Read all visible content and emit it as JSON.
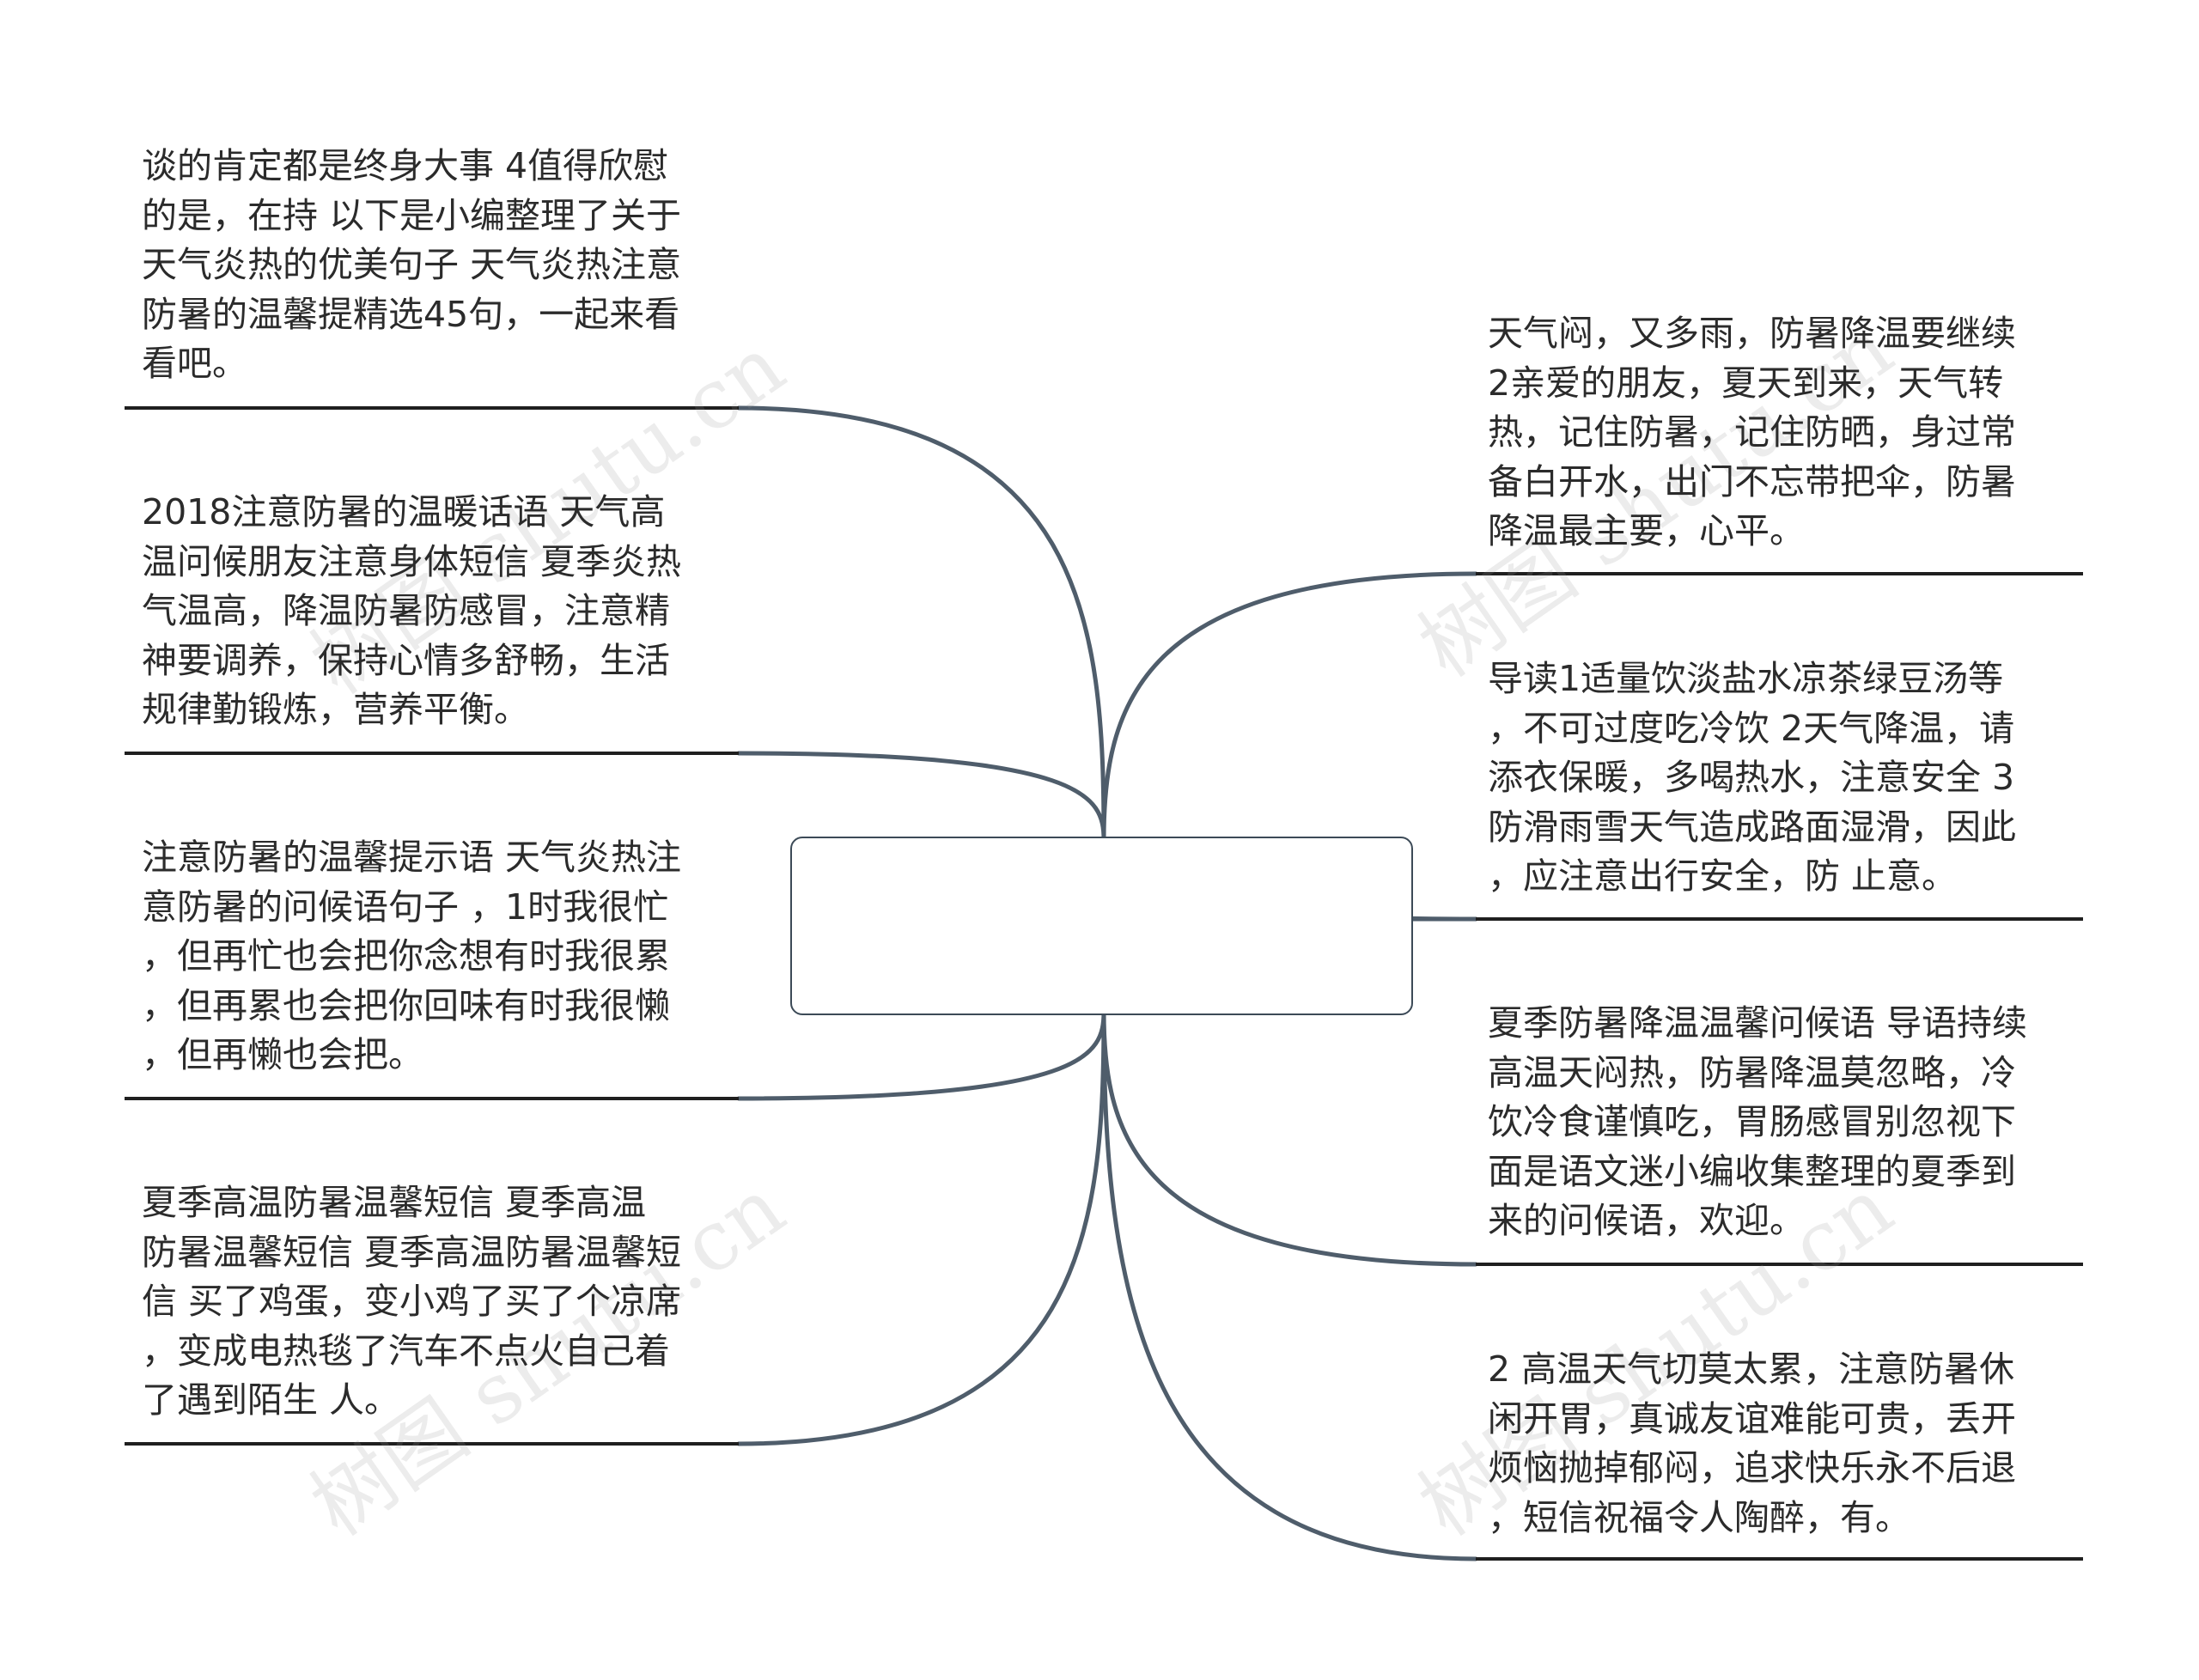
{
  "center": {
    "title": ""
  },
  "left_branches": [
    {
      "text": "谈的肯定都是终身大事 4值得欣慰\n的是，在持 以下是小编整理了关于\n天气炎热的优美句子 天气炎热注意\n防暑的温馨提精选45句，一起来看\n看吧。"
    },
    {
      "text": "2018注意防暑的温暖话语 天气高\n温问候朋友注意身体短信 夏季炎热\n气温高，降温防暑防感冒，注意精\n神要调养，保持心情多舒畅，生活\n规律勤锻炼，营养平衡。"
    },
    {
      "text": "注意防暑的温馨提示语 天气炎热注\n意防暑的问候语句子 ，1时我很忙\n，但再忙也会把你念想有时我很累\n，但再累也会把你回味有时我很懒\n，但再懒也会把。"
    },
    {
      "text": "夏季高温防暑温馨短信  夏季高温\n防暑温馨短信 夏季高温防暑温馨短\n信 买了鸡蛋，变小鸡了买了个凉席\n，变成电热毯了汽车不点火自己着\n了遇到陌生 人。"
    }
  ],
  "right_branches": [
    {
      "text": "天气闷，又多雨，防暑降温要继续\n2亲爱的朋友，夏天到来，天气转\n热，记住防暑，记住防晒，身过常\n备白开水，出门不忘带把伞，防暑\n降温最主要，心平。"
    },
    {
      "text": "导读1适量饮淡盐水凉茶绿豆汤等\n，不可过度吃冷饮 2天气降温，请\n添衣保暖，多喝热水，注意安全 3\n防滑雨雪天气造成路面湿滑，因此\n，应注意出行安全，防 止意。"
    },
    {
      "text": "夏季防暑降温温馨问候语 导语持续\n高温天闷热，防暑降温莫忽略，冷\n饮冷食谨慎吃，胃肠感冒别忽视下\n面是语文迷小编收集整理的夏季到\n来的问候语，欢迎。"
    },
    {
      "text": "2 高温天气切莫太累，注意防暑休\n闲开胃，真诚友谊难能可贵，丢开\n烦恼抛掉郁闷，追求快乐永不后退\n，短信祝福令人陶醉，有。"
    }
  ],
  "watermarks": [
    "树图 shutu.cn",
    "树图 shutu.cn",
    "树图 shutu.cn",
    "树图 shutu.cn"
  ],
  "colors": {
    "connector": "#4f5d6b",
    "underline": "#1f1f1f",
    "text": "#2b2b2b",
    "center_border": "#3c4a57"
  }
}
